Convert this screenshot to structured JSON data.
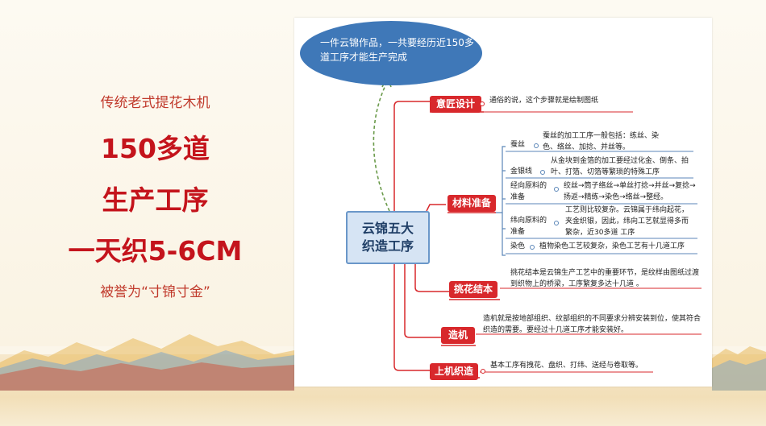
{
  "left": {
    "line1": "传统老式提花木机",
    "line2": "150多道",
    "line3": "生产工序",
    "line4": "一天织5-6CM",
    "line5": "被誉为“寸锦寸金”"
  },
  "diagram": {
    "top_note": "一件云锦作品，一共要经历近150多道工序才能生产完成",
    "central": "云锦五大织造工序",
    "branches": [
      {
        "label": "意匠设计",
        "desc": "通俗的说，这个步骤就是绘制图纸"
      },
      {
        "label": "材料准备",
        "subs": [
          {
            "label": "蚕丝",
            "desc": "蚕丝的加工工序一般包括：练丝、染色、络丝、加捻、并丝等。"
          },
          {
            "label": "金银线",
            "desc": "从金块到金箔的加工要经过化金、倒条、拍叶、打箔、切箔等繁琐的特殊工序"
          },
          {
            "label": "经向原料的准备",
            "desc": "绞丝→筒子络丝→单丝打捻→并丝→复捻→扬返→精练→染色→络丝→整经。"
          },
          {
            "label": "纬向原料的准备",
            "desc": "工艺则比较复杂。云锦属于纬向起花，夹金织银，因此，纬向工艺就显得多而繁杂，近30多道 工序"
          },
          {
            "label": "染色",
            "desc": "植物染色工艺较复杂，染色工艺有十几道工序"
          }
        ]
      },
      {
        "label": "挑花结本",
        "desc": "挑花结本是云锦生产工艺中的重要环节，是纹样由图纸过渡到织物上的桥梁，工序繁复多达十几道 。"
      },
      {
        "label": "造机",
        "desc": "造机就是按地部组织、纹部组织的不同要求分辨安装到位，使其符合织造的需要。要经过十几道工序才能安装好。"
      },
      {
        "label": "上机织造",
        "desc": "基本工序有拽花、盘织、打纬、送经与卷取等。"
      }
    ]
  }
}
